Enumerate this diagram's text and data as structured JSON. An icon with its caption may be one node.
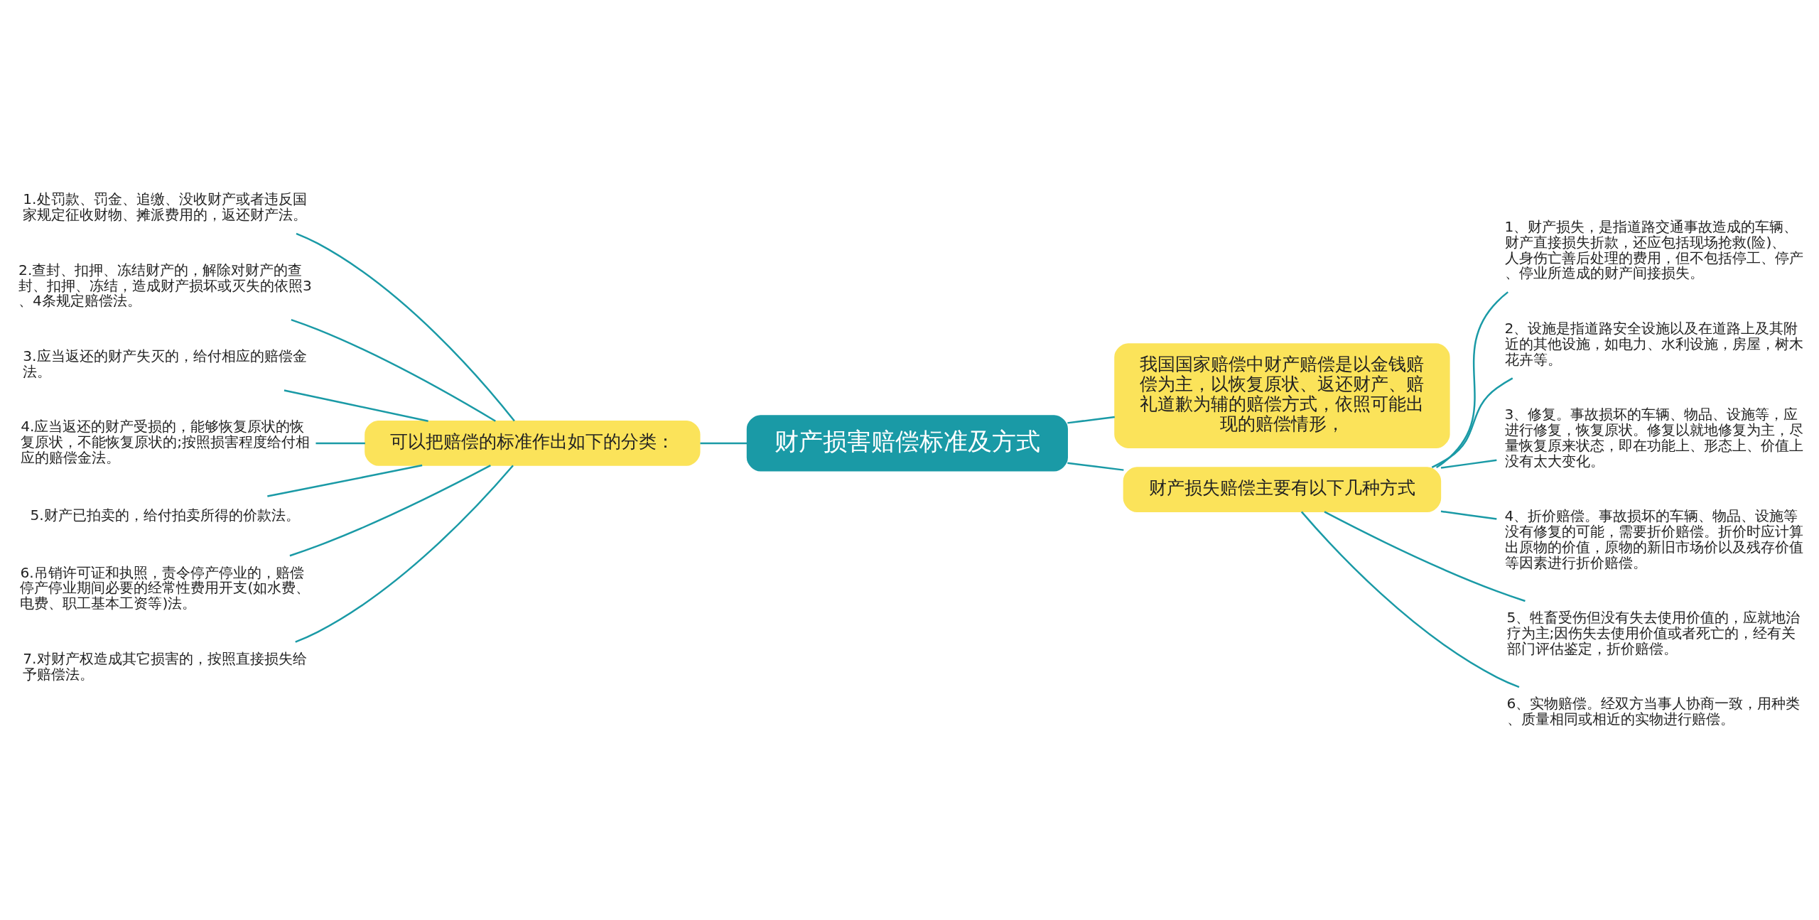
{
  "diagram": {
    "nodes": [
      {
        "text": [
          "财产损害赔偿标准及方式"
        ]
      },
      {
        "text": [
          "可以把赔偿的标准作出如下的分类："
        ]
      },
      {
        "text": [
          "1.处罚款、罚金、追缴、没收财产或者违反国家规定征收财物、摊派费用的，返还财产法。"
        ]
      },
      {
        "text": [
          "2.查封、扣押、冻结财产的，解除对财产的查封、扣押、冻结，造成财产损坏或灭失的依照3、4条规定赔偿法。"
        ]
      },
      {
        "text": [
          "3.应当返还的财产失灭的，给付相应的赔偿金法。"
        ]
      },
      {
        "text": [
          "4.应当返还的财产受损的，能够恢复原状的恢复原状，不能恢复原状的;按照损害程度给付相应的赔偿金法。"
        ]
      },
      {
        "text": [
          "5.财产已拍卖的，给付拍卖所得的价款法。"
        ]
      },
      {
        "text": [
          "6.吊销许可证和执照，责令停产停业的，赔偿停产停业期间必要的经常性费用开支(如水费、电费、职工基本工资等)法。"
        ]
      },
      {
        "text": [
          "7.对财产权造成其它损害的，按照直接损失给予赔偿法。"
        ]
      },
      {
        "text": [
          "我国国家赔偿中财产赔偿是以金钱赔偿为主，以恢复原状、返还财产、赔礼道歉为辅的赔偿方式，依照可能出现的赔偿情形，"
        ]
      },
      {
        "text": [
          "财产损失赔偿主要有以下几种方式"
        ]
      },
      {
        "text": [
          "1、财产损失，是指道路交通事故造成的车辆、财产直接损失折款，还应包括现场抢救(险)、人身伤亡善后处理的费用，但不包括停工、停产、停业所造成的财产间接损失。"
        ]
      },
      {
        "text": [
          "2、设施是指道路安全设施以及在道路上及其附近的其他设施，如电力、水利设施，房屋，树木花卉等。"
        ]
      },
      {
        "text": [
          "3、修复。事故损坏的车辆、物品、设施等，应进行修复，恢复原状。修复以就地修复为主，尽量恢复原来状态，即在功能上、形态上、价值上没有太大变化。"
        ]
      },
      {
        "text": [
          "4、折价赔偿。事故损坏的车辆、物品、设施等没有修复的可能，需要折价赔偿。折价时应计算出原物的价值，原物的新旧市场价以及残存价值等因素进行折价赔偿。"
        ]
      },
      {
        "text": [
          "5、牲畜受伤但没有失去使用价值的，应就地治疗为主;因伤失去使用价值或者死亡的，经有关部门评估鉴定，折价赔偿。"
        ]
      },
      {
        "text": [
          "6、实物赔偿。经双方当事人协商一致，用种类、质量相同或相近的实物进行赔偿。"
        ]
      }
    ],
    "edges": [
      {
        "from": 0,
        "to": 1,
        "arrow": "none"
      },
      {
        "from": 1,
        "to": 2,
        "arrow": "none"
      },
      {
        "from": 1,
        "to": 3,
        "arrow": "none"
      },
      {
        "from": 1,
        "to": 4,
        "arrow": "none"
      },
      {
        "from": 1,
        "to": 5,
        "arrow": "none"
      },
      {
        "from": 1,
        "to": 6,
        "arrow": "none"
      },
      {
        "from": 1,
        "to": 7,
        "arrow": "none"
      },
      {
        "from": 1,
        "to": 8,
        "arrow": "none"
      },
      {
        "from": 0,
        "to": 9,
        "arrow": "none"
      },
      {
        "from": 0,
        "to": 10,
        "arrow": "none"
      },
      {
        "from": 10,
        "to": 11,
        "arrow": "none"
      },
      {
        "from": 10,
        "to": 12,
        "arrow": "none"
      },
      {
        "from": 10,
        "to": 13,
        "arrow": "none"
      },
      {
        "from": 10,
        "to": 14,
        "arrow": "none"
      },
      {
        "from": 10,
        "to": 15,
        "arrow": "none"
      },
      {
        "from": 10,
        "to": 16,
        "arrow": "none"
      }
    ]
  }
}
